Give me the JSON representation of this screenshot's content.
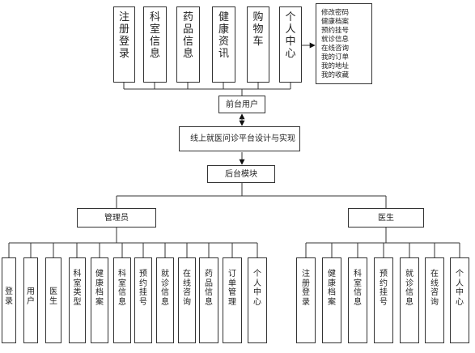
{
  "diagram": {
    "top_modules": [
      "注册登录",
      "科室信息",
      "药品信息",
      "健康资讯",
      "购物车",
      "个人中心"
    ],
    "top_detail": "修改密码\n健康档案\n预约挂号\n就诊信息\n在线咨询\n我的订单\n我的地址\n我的收藏",
    "front_user": "前台用户",
    "system_title": "线上就医问诊平台设计与实现",
    "backend": "后台模块",
    "admin": "管理员",
    "doctor": "医生",
    "admin_modules": [
      "登录",
      "用户",
      "医生",
      "科室类型",
      "健康档案",
      "科室信息",
      "预约挂号",
      "就诊信息",
      "在线咨询",
      "药品信息",
      "订单管理",
      "个人中心"
    ],
    "doctor_modules": [
      "注册登录",
      "健康档案",
      "科室信息",
      "预约挂号",
      "就诊信息",
      "在线咨询",
      "个人中心"
    ]
  }
}
